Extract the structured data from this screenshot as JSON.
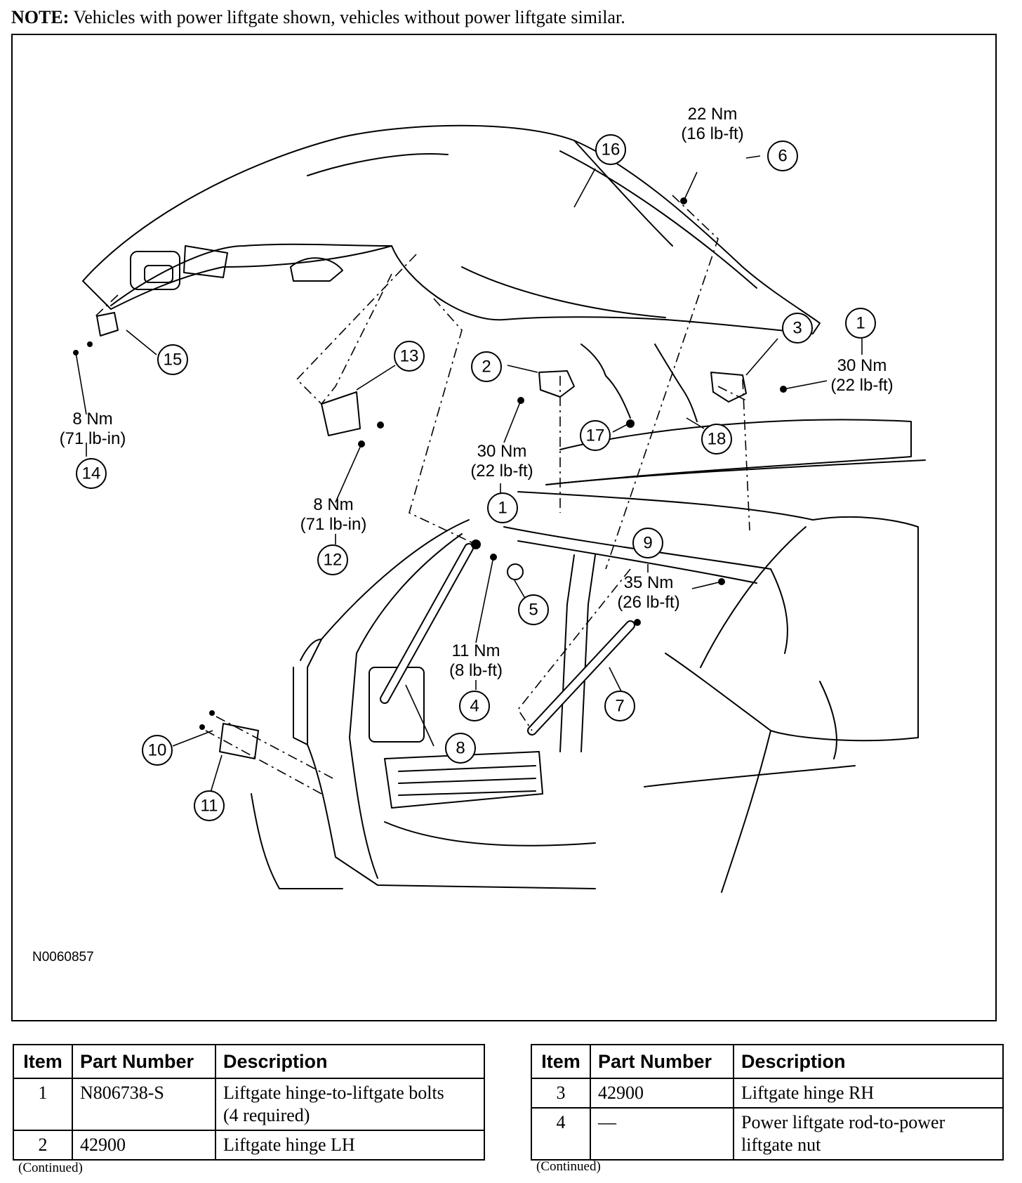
{
  "note": {
    "label": "NOTE:",
    "text": " Vehicles with power liftgate shown, vehicles without power liftgate similar."
  },
  "figure": {
    "id": "N0060857",
    "callouts": {
      "c1a": "1",
      "c1b": "1",
      "c2": "2",
      "c3": "3",
      "c4": "4",
      "c5": "5",
      "c6": "6",
      "c7": "7",
      "c8": "8",
      "c9": "9",
      "c10": "10",
      "c11": "11",
      "c12": "12",
      "c13": "13",
      "c14": "14",
      "c15": "15",
      "c16": "16",
      "c17": "17",
      "c18": "18"
    },
    "torques": {
      "t6": [
        "22 Nm",
        "(16 lb-ft)"
      ],
      "t1r": [
        "30 Nm",
        "(22 lb-ft)"
      ],
      "t1c": [
        "30 Nm",
        "(22 lb-ft)"
      ],
      "t14": [
        "8 Nm",
        "(71 lb-in)"
      ],
      "t12": [
        "8 Nm",
        "(71 lb-in)"
      ],
      "t9": [
        "35 Nm",
        "(26 lb-ft)"
      ],
      "t4": [
        "11 Nm",
        "(8 lb-ft)"
      ]
    }
  },
  "tables": {
    "headers": [
      "Item",
      "Part Number",
      "Description"
    ],
    "left": {
      "rows": [
        {
          "item": "1",
          "part": "N806738-S",
          "desc": [
            "Liftgate hinge-to-liftgate bolts",
            "(4 required)"
          ]
        },
        {
          "item": "2",
          "part": "42900",
          "desc": [
            "Liftgate hinge LH"
          ]
        }
      ],
      "continued": "(Continued)"
    },
    "right": {
      "rows": [
        {
          "item": "3",
          "part": "42900",
          "desc": [
            "Liftgate hinge RH"
          ]
        },
        {
          "item": "4",
          "part": "—",
          "desc": [
            "Power liftgate rod-to-power",
            "liftgate nut"
          ]
        }
      ],
      "continued": "(Continued)"
    }
  }
}
